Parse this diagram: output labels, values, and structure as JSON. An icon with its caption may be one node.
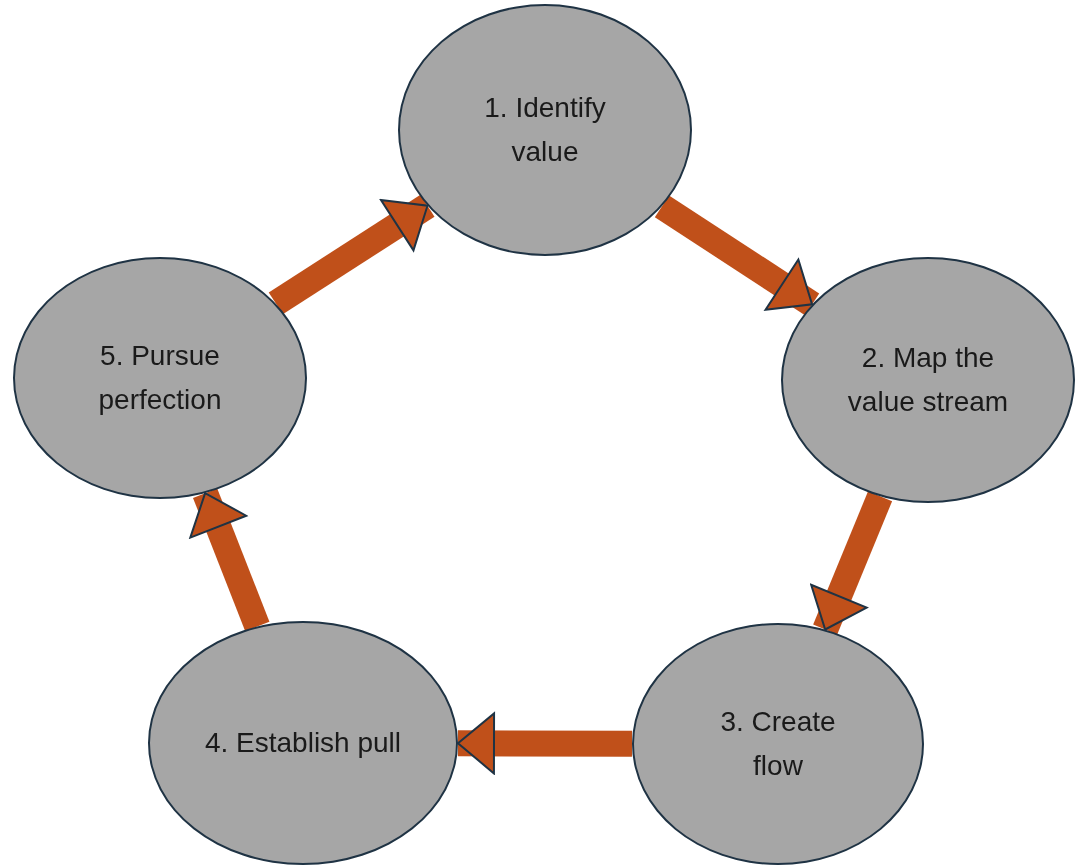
{
  "diagram": {
    "nodes": [
      {
        "text": [
          "1. Identify value"
        ]
      },
      {
        "text": [
          "2. Map the value stream"
        ]
      },
      {
        "text": [
          "3. Create flow"
        ]
      },
      {
        "text": [
          "4. Establish pull"
        ]
      },
      {
        "text": [
          "5. Pursue perfection"
        ]
      }
    ],
    "edges": [
      {
        "from": 0,
        "to": 1,
        "arrow": "to"
      },
      {
        "from": 1,
        "to": 2,
        "arrow": "to"
      },
      {
        "from": 2,
        "to": 3,
        "arrow": "to"
      },
      {
        "from": 3,
        "to": 4,
        "arrow": "to"
      },
      {
        "from": 4,
        "to": 0,
        "arrow": "to"
      }
    ]
  }
}
